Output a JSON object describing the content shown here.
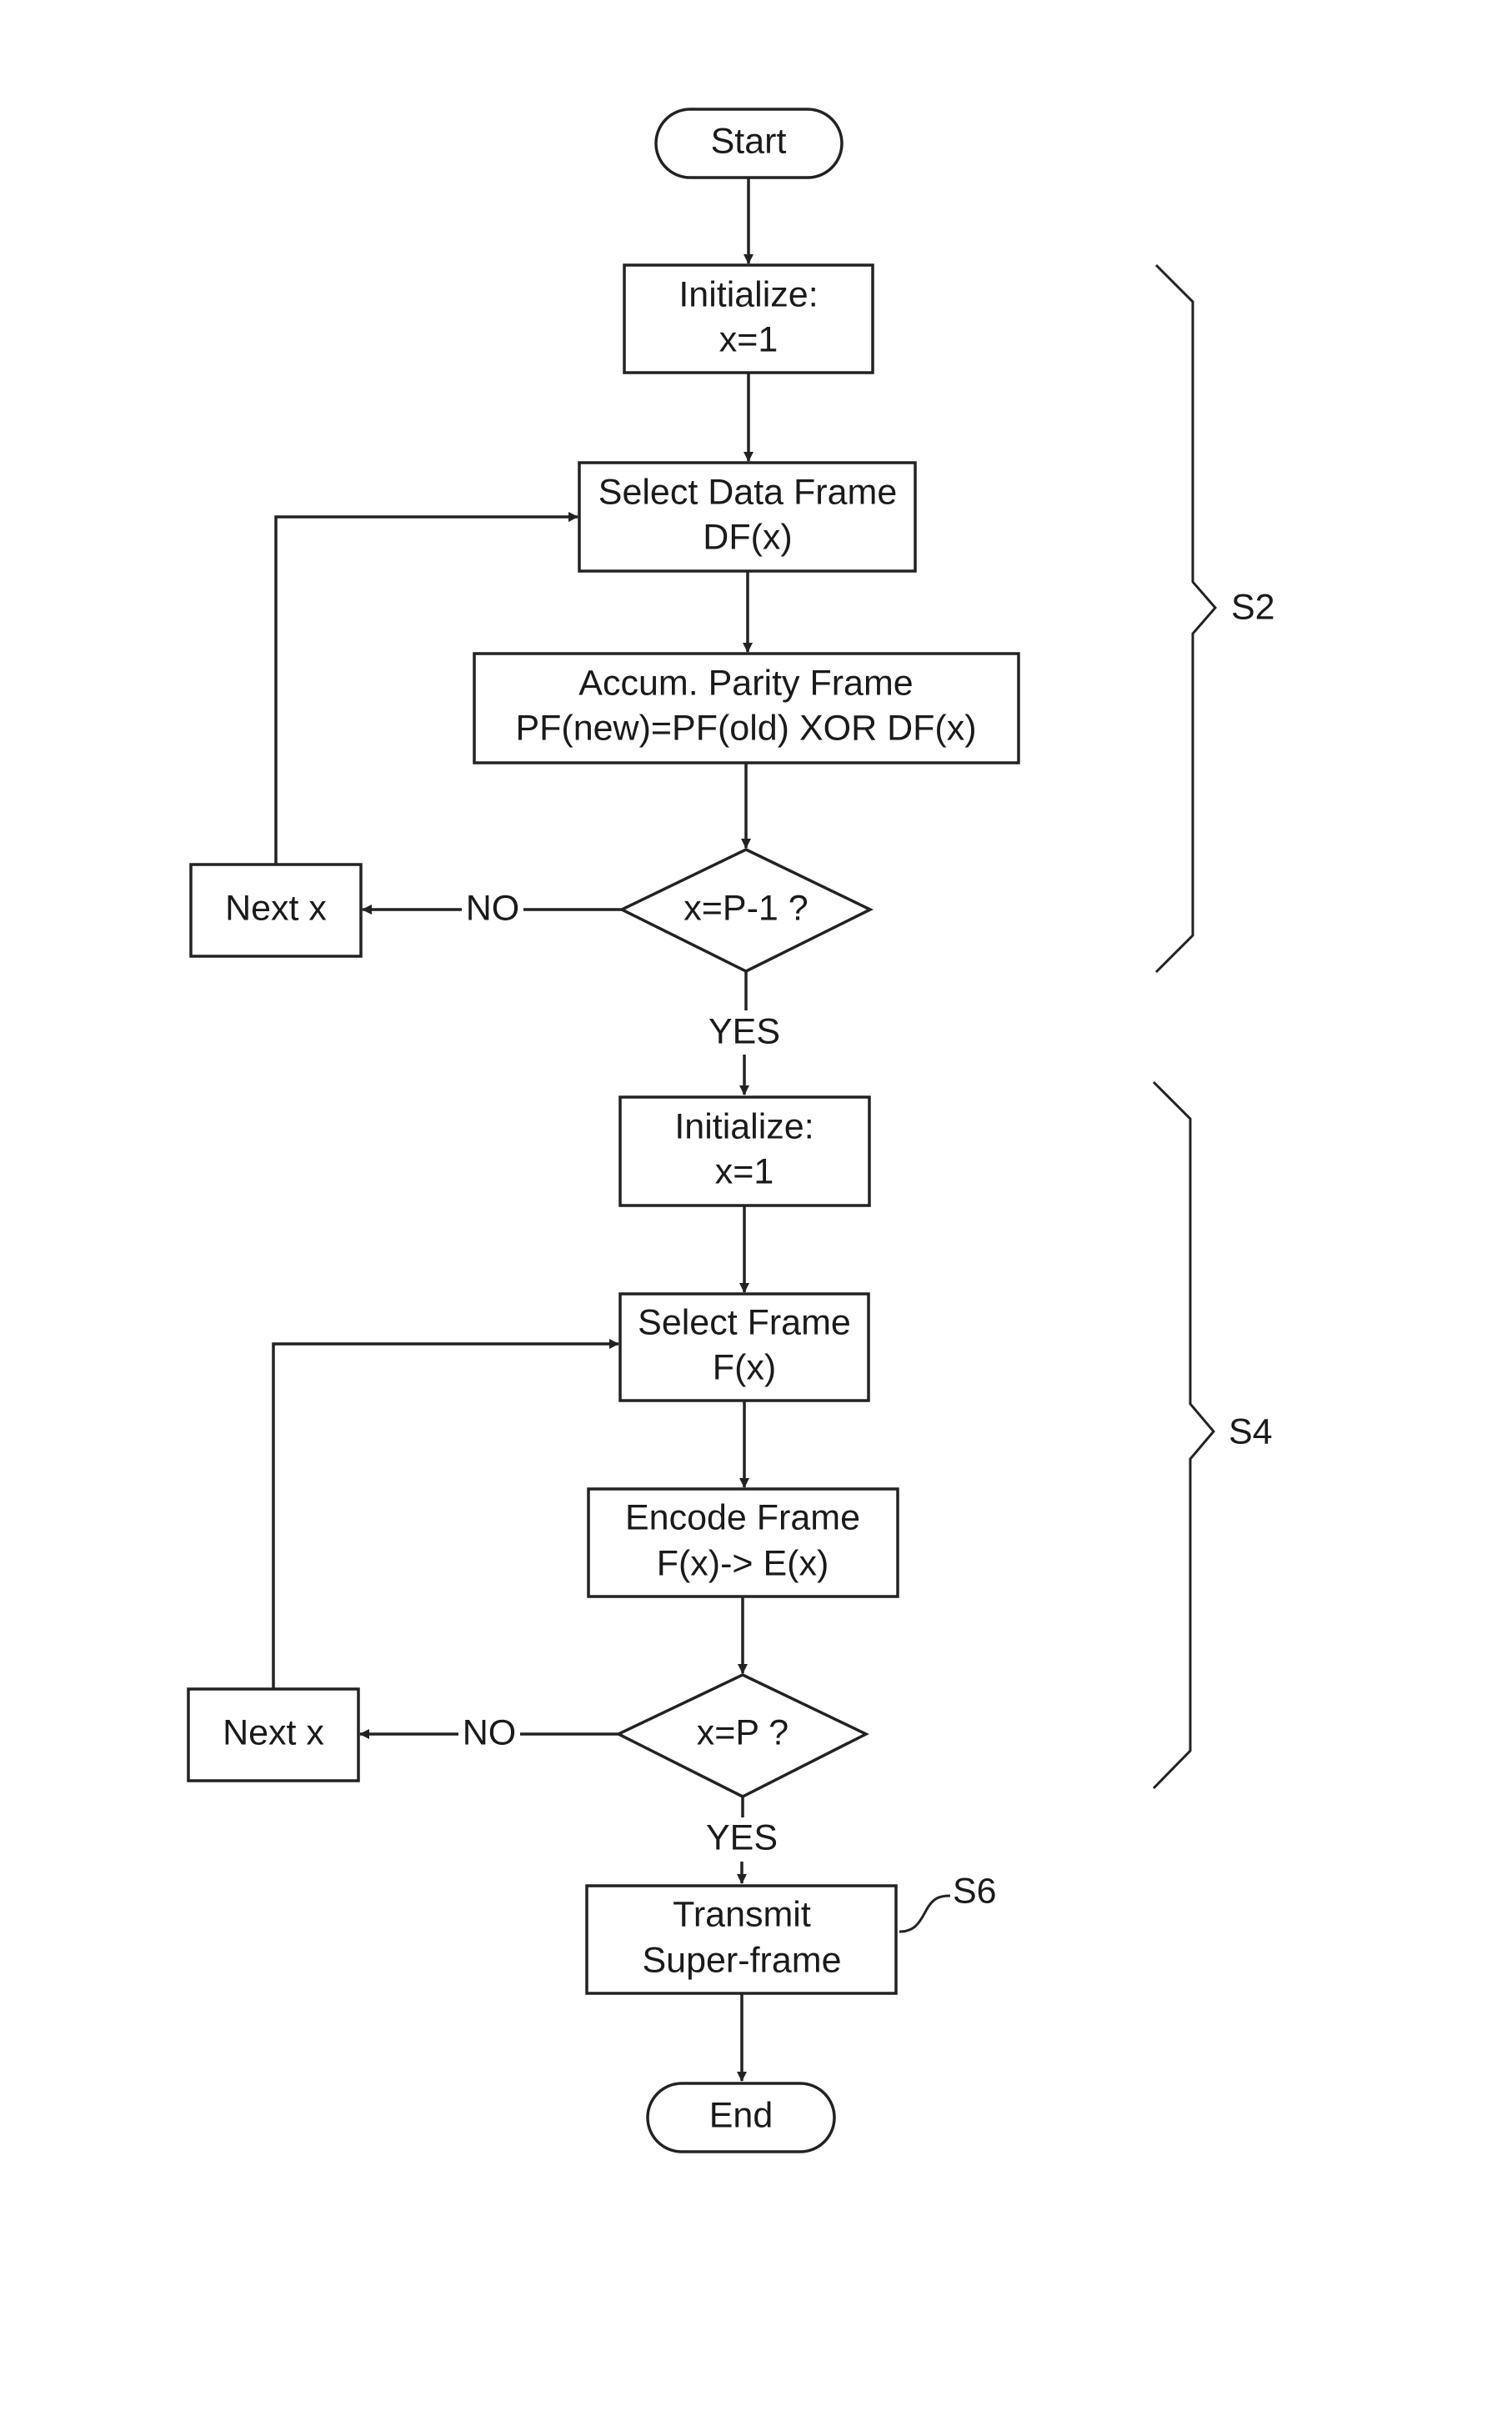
{
  "nodes": {
    "start": "Start",
    "init1": [
      "Initialize:",
      "x=1"
    ],
    "select_data": [
      "Select Data Frame",
      "DF(x)"
    ],
    "accum": [
      "Accum. Parity Frame",
      "PF(new)=PF(old) XOR DF(x)"
    ],
    "decision1": "x=P-1 ?",
    "next1": "Next x",
    "init2": [
      "Initialize:",
      "x=1"
    ],
    "select_frame": [
      "Select Frame",
      "F(x)"
    ],
    "encode": [
      "Encode Frame",
      "F(x)-> E(x)"
    ],
    "decision2": "x=P ?",
    "next2": "Next x",
    "transmit": [
      "Transmit",
      "Super-frame"
    ],
    "end": "End"
  },
  "edges": {
    "no1": "NO",
    "yes1": "YES",
    "no2": "NO",
    "yes2": "YES"
  },
  "brackets": {
    "s2": "S2",
    "s4": "S4",
    "s6": "S6"
  }
}
